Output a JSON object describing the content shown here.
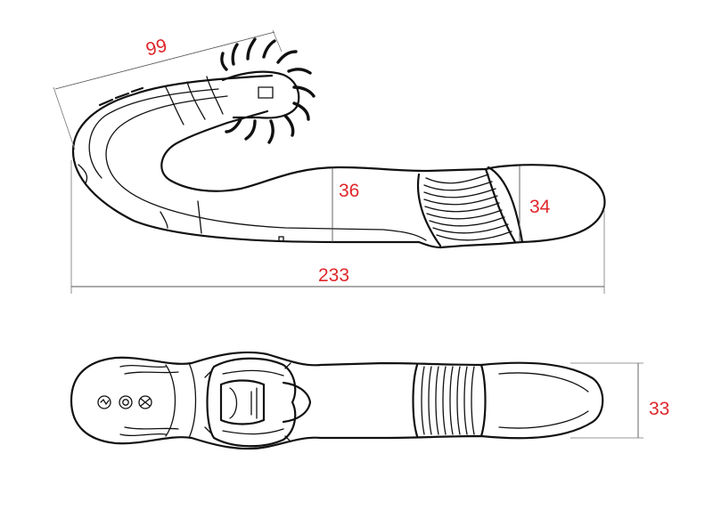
{
  "dimensions": {
    "head_length": "99",
    "shaft_height": "36",
    "tip_height": "34",
    "total_length": "233",
    "width": "33"
  },
  "colors": {
    "outline": "#111111",
    "dimension_line": "#555555",
    "dimension_text": "#e0262a",
    "background": "#ffffff"
  }
}
